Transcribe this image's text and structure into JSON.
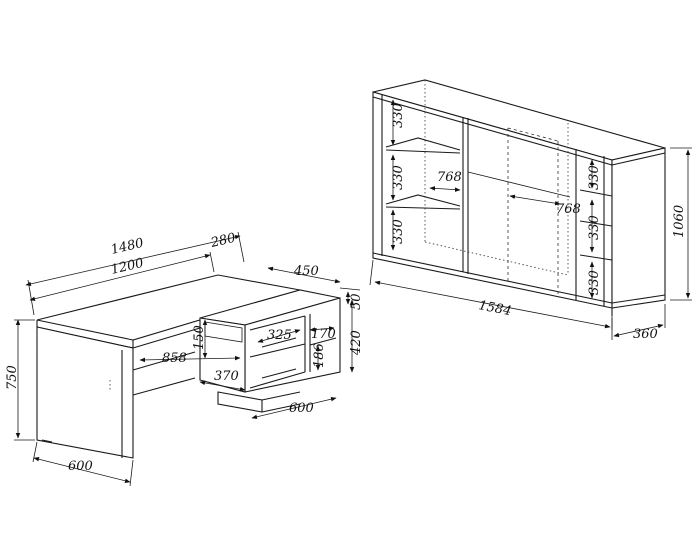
{
  "desk": {
    "length_total": "1480",
    "overhang": "280",
    "length_main": "1200",
    "return_depth": "450",
    "top_thickness": "50",
    "cabinet_height": "420",
    "opening_height": "150",
    "drawer_width": "325",
    "drawer_opening_width": "370",
    "side_shelf_height": "170",
    "side_shelf_depth": "186",
    "return_length": "858",
    "pedestal_depth": "600",
    "height": "750",
    "depth": "600"
  },
  "sideboard": {
    "shelf_height_1": "330",
    "shelf_height_2": "330",
    "shelf_height_3": "330",
    "inner_width_1": "768",
    "inner_width_2": "768",
    "right_shelf_1": "330",
    "right_shelf_2": "330",
    "right_shelf_3": "330",
    "width": "1584",
    "height": "1060",
    "depth": "360"
  }
}
